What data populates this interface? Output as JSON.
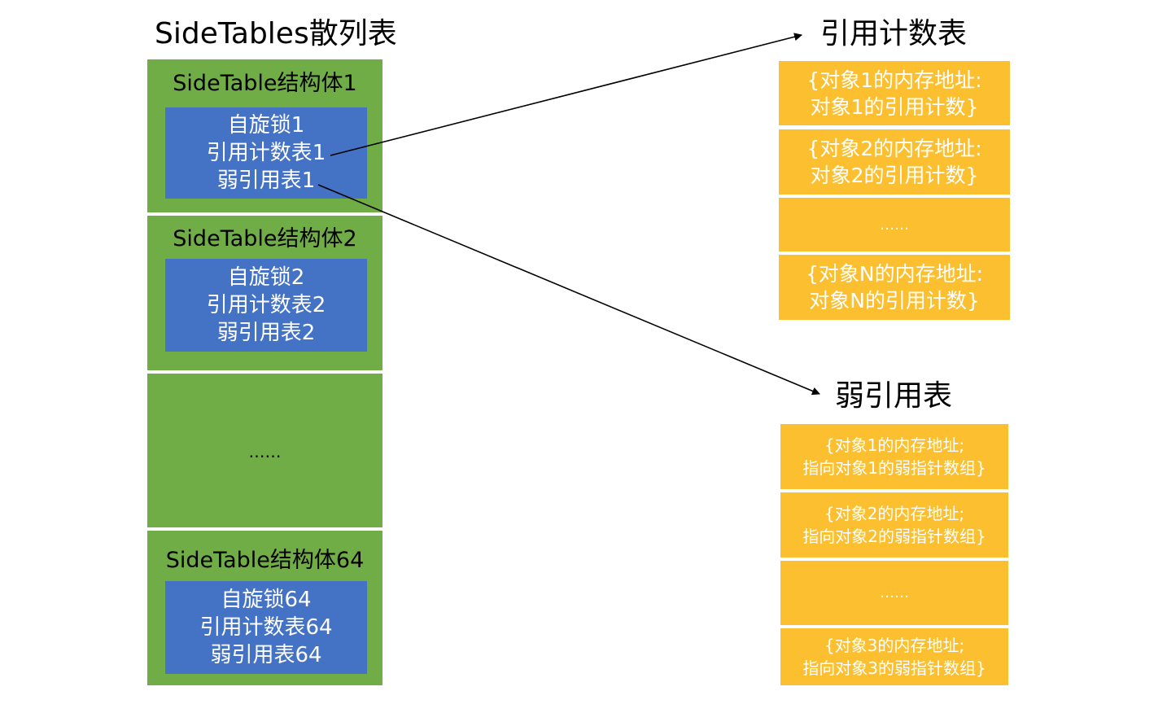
{
  "left": {
    "title": "SideTables散列表",
    "structs": [
      {
        "name": "SideTable结构体1",
        "lines": [
          "自旋锁1",
          "引用计数表1",
          "弱引用表1"
        ]
      },
      {
        "name": "SideTable结构体2",
        "lines": [
          "自旋锁2",
          "引用计数表2",
          "弱引用表2"
        ]
      },
      {
        "ellipsis": "……"
      },
      {
        "name": "SideTable结构体64",
        "lines": [
          "自旋锁64",
          "引用计数表64",
          "弱引用表64"
        ]
      }
    ]
  },
  "ref_table": {
    "title": "引用计数表",
    "rows": [
      {
        "line1": "{对象1的内存地址:",
        "line2": "对象1的引用计数}"
      },
      {
        "line1": "{对象2的内存地址:",
        "line2": "对象2的引用计数}"
      },
      {
        "ellipsis": "……"
      },
      {
        "line1": "{对象N的内存地址:",
        "line2": "对象N的引用计数}"
      }
    ]
  },
  "weak_table": {
    "title": "弱引用表",
    "rows": [
      {
        "line1": "{对象1的内存地址;",
        "line2": "指向对象1的弱指针数组}"
      },
      {
        "line1": "{对象2的内存地址;",
        "line2": "指向对象2的弱指针数组}"
      },
      {
        "ellipsis": "……"
      },
      {
        "line1": "{对象3的内存地址;",
        "line2": "指向对象3的弱指针数组}"
      }
    ]
  },
  "colors": {
    "green": "#70ad47",
    "blue": "#4472c4",
    "yellow": "#fbbf2f"
  }
}
